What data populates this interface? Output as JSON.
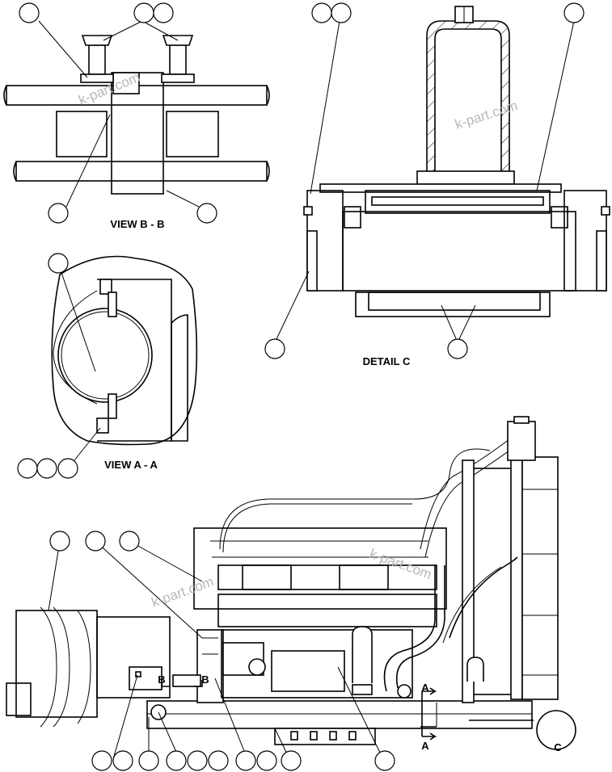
{
  "views": {
    "view_bb": "VIEW B - B",
    "detail_c": "DETAIL C",
    "view_aa": "VIEW A - A"
  },
  "section_marks": {
    "b_left": "B",
    "b_right": "B",
    "a_upper": "A",
    "a_lower": "A",
    "c": "C"
  },
  "watermark": "k-part.com"
}
